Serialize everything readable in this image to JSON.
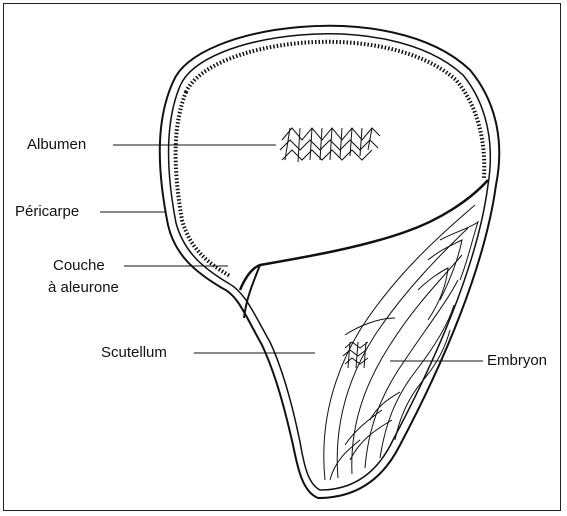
{
  "diagram": {
    "labels": {
      "albumen": "Albumen",
      "pericarpe": "Péricarpe",
      "couche_line1": "Couche",
      "couche_line2": "à aleurone",
      "scutellum": "Scutellum",
      "embryon": "Embryon"
    },
    "colors": {
      "stroke": "#111111",
      "background": "#ffffff"
    }
  }
}
